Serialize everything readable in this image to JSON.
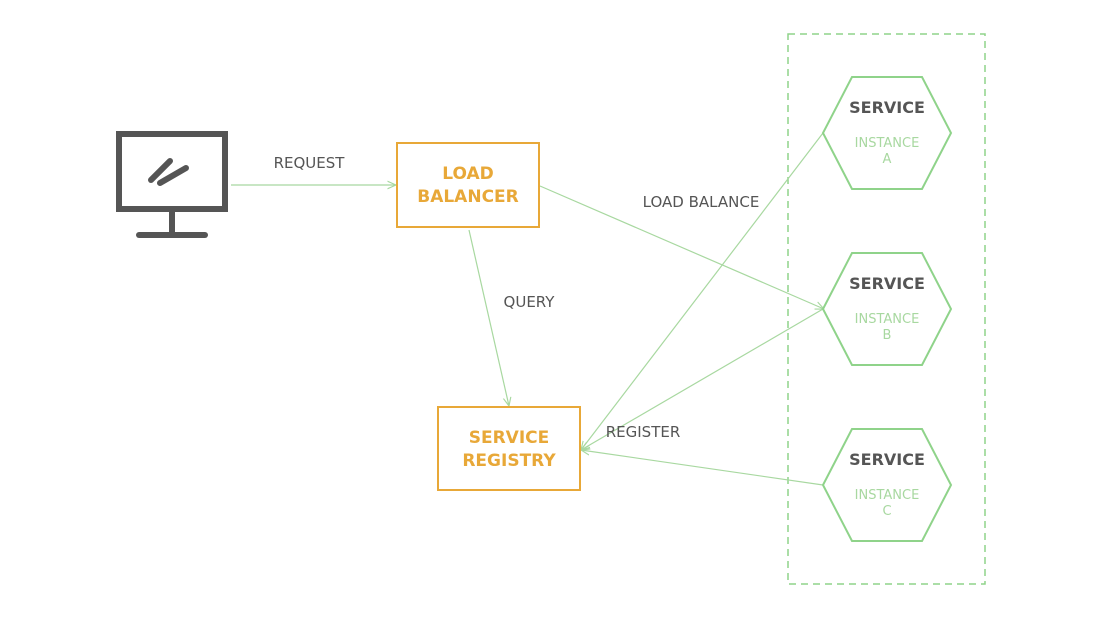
{
  "colors": {
    "box_border": "#e8a838",
    "box_text": "#e8a838",
    "green_line": "#a8d8a0",
    "green_hex": "#8fd38a",
    "label_text": "#555555",
    "monitor": "#555555"
  },
  "client": {
    "icon": "monitor-icon"
  },
  "load_balancer": {
    "line1": "LOAD",
    "line2": "BALANCER"
  },
  "service_registry": {
    "line1": "SERVICE",
    "line2": "REGISTRY"
  },
  "edges": {
    "request": "REQUEST",
    "load_balance": "LOAD BALANCE",
    "query": "QUERY",
    "register": "REGISTER"
  },
  "instances": [
    {
      "title": "SERVICE",
      "subtitle": "INSTANCE",
      "id": "A"
    },
    {
      "title": "SERVICE",
      "subtitle": "INSTANCE",
      "id": "B"
    },
    {
      "title": "SERVICE",
      "subtitle": "INSTANCE",
      "id": "C"
    }
  ]
}
